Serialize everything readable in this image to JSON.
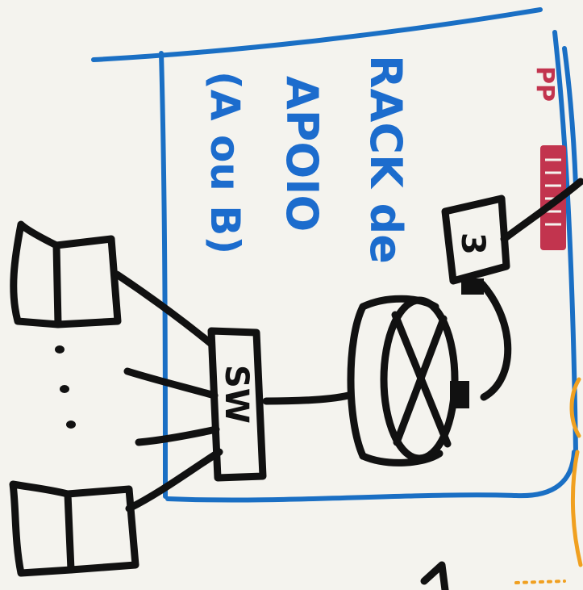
{
  "rack": {
    "title_line1": "RACK de",
    "title_line2": "APOIO",
    "title_line3": "(A ou B)"
  },
  "devices": {
    "patch_panel_label": "PP",
    "device_3_label": "3",
    "switch_label": "SW"
  },
  "colors": {
    "rack_outline": "#1a6fc4",
    "label_blue": "#1c6ccd",
    "ink": "#111111",
    "patch_panel": "#c2344e",
    "margin_orange": "#f0a020"
  }
}
